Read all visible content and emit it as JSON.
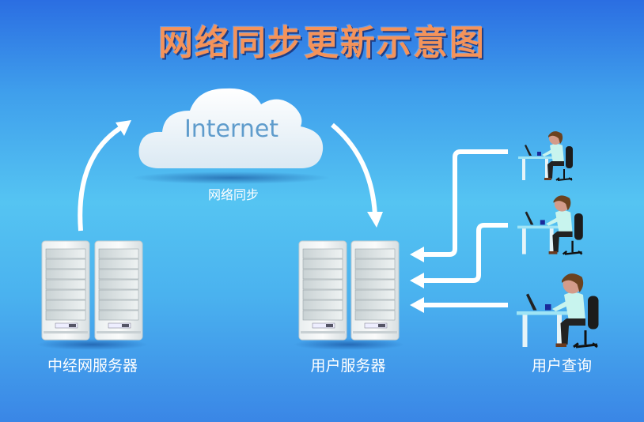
{
  "title": "网络同步更新示意图",
  "cloud": {
    "label": "Internet",
    "caption": "网络同步"
  },
  "nodes": {
    "source_server": "中经网服务器",
    "user_server": "用户服务器",
    "user_query": "用户查询"
  },
  "colors": {
    "title": "#f4935a",
    "arrow": "#ffffff",
    "cloud_text": "#5f9ccc"
  }
}
